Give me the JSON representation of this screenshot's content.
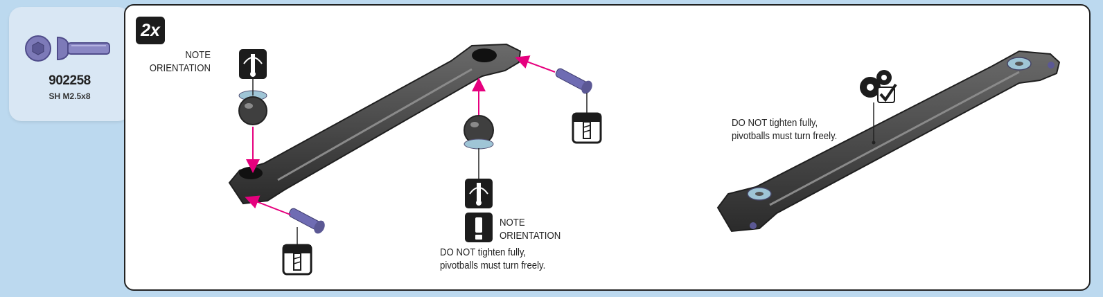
{
  "part": {
    "number": "902258",
    "description": "SH M2.5x8"
  },
  "quantity": "2x",
  "notes": {
    "orientation_top_line1": "NOTE",
    "orientation_top_line2": "ORIENTATION",
    "orientation_bottom_line1": "NOTE",
    "orientation_bottom_line2": "ORIENTATION",
    "warning_left_line1": "DO NOT tighten fully,",
    "warning_left_line2": "pivotballs must turn freely.",
    "warning_right_line1": "DO NOT tighten fully,",
    "warning_right_line2": "pivotballs must turn freely."
  },
  "colors": {
    "background": "#bcd9ef",
    "arrow": "#e6007e",
    "screw": "#7d7ab8",
    "link": "#3a3a3a"
  },
  "icons": [
    "screw-head-icon",
    "screw-side-icon",
    "orientation-icon",
    "attention-icon",
    "screwdriver-icon",
    "gears-check-icon"
  ]
}
